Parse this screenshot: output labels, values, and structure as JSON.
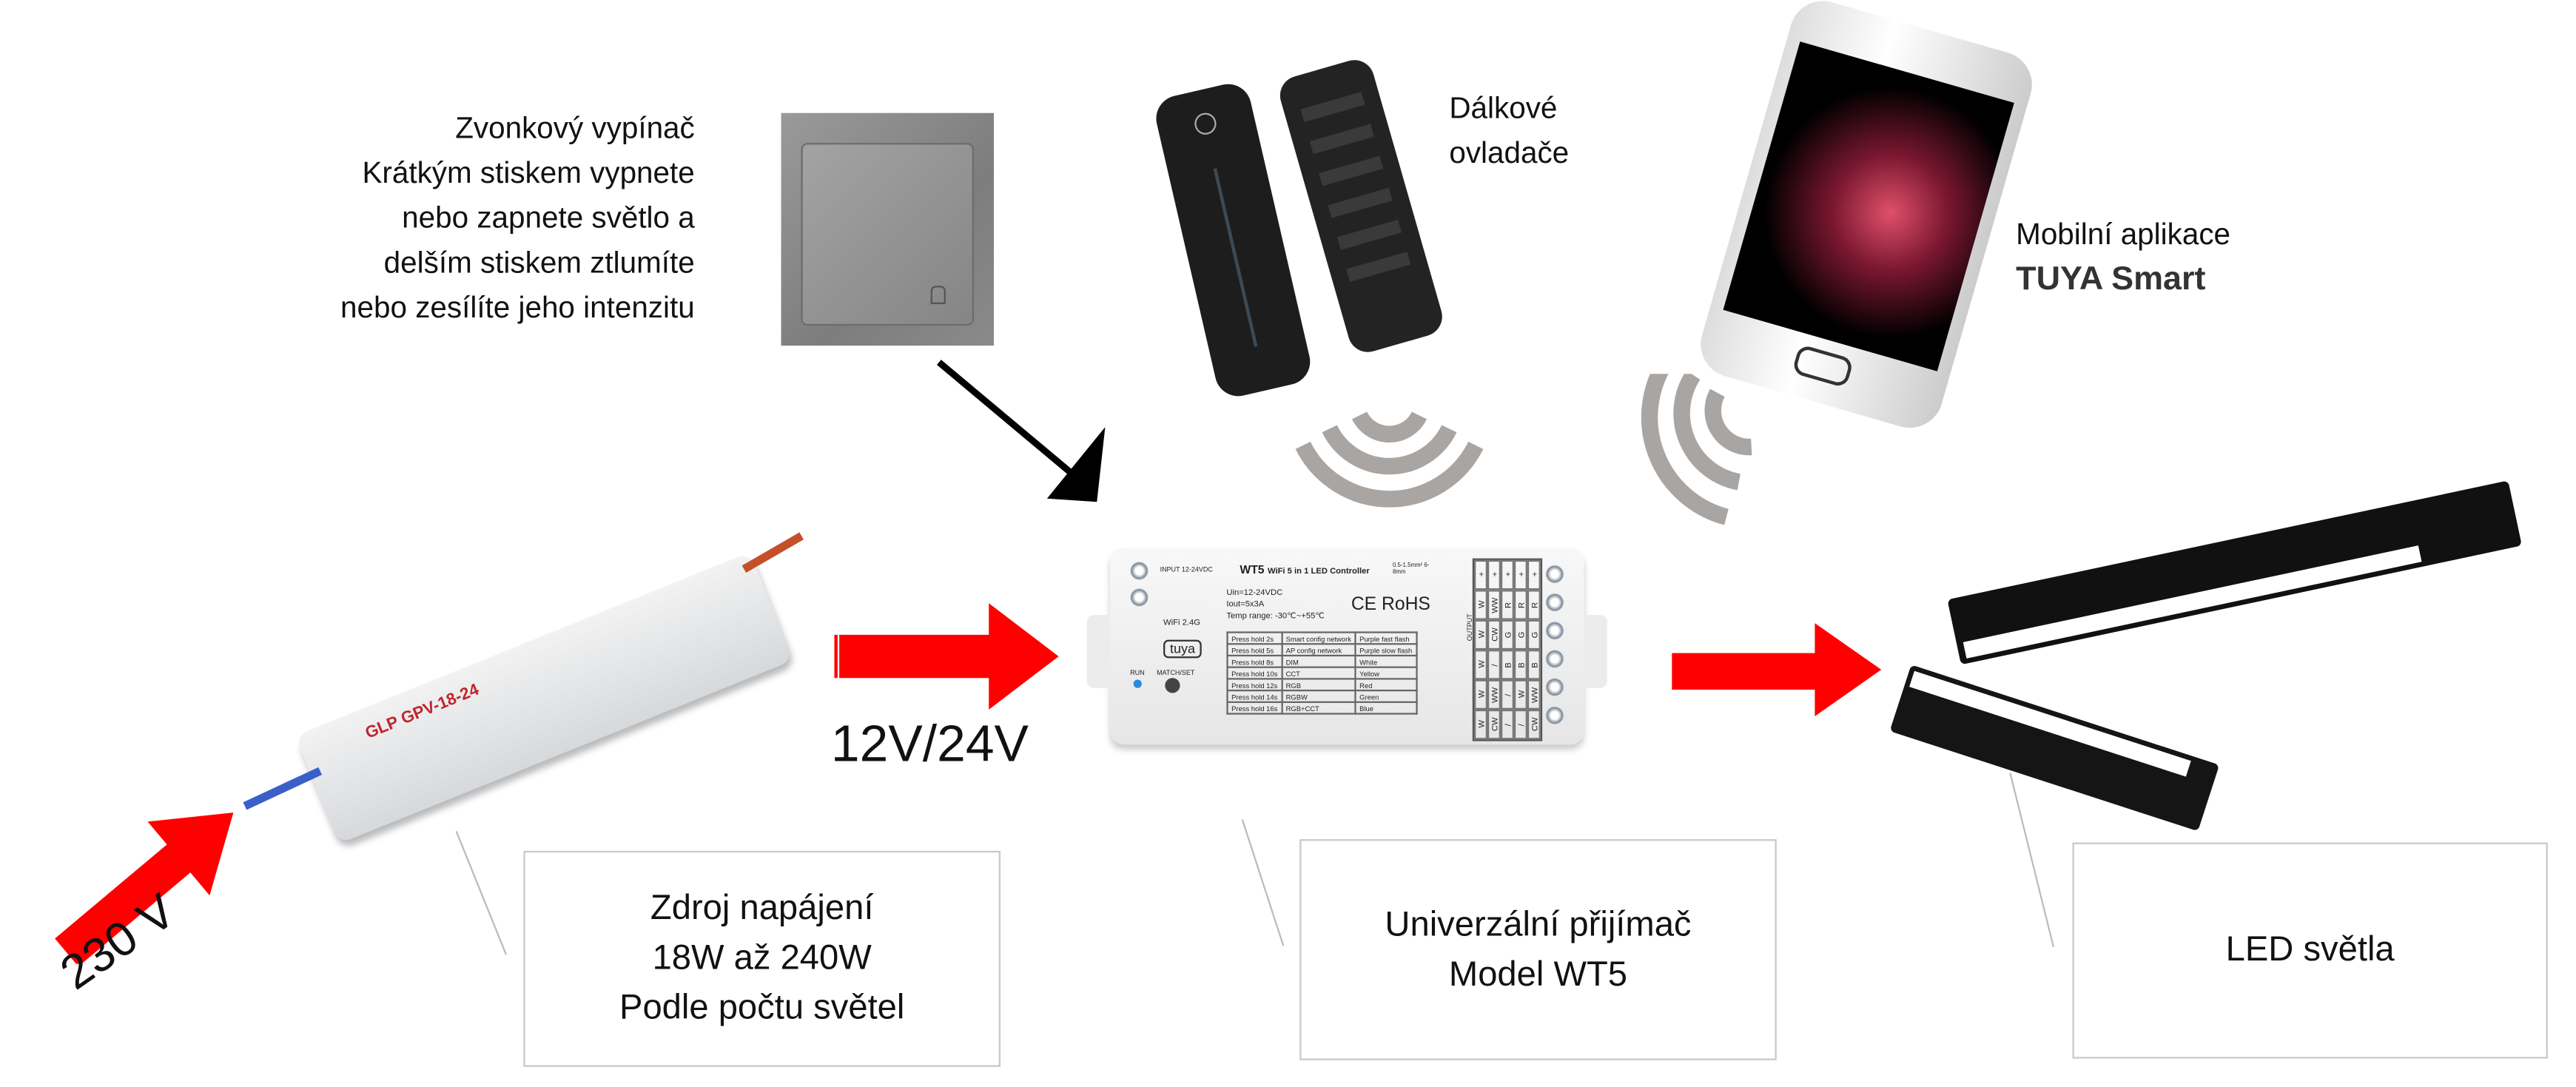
{
  "switch_text": [
    "Zvonkový vypínač",
    "Krátkým stiskem vypnete",
    "nebo zapnete světlo a",
    "delším stiskem ztlumíte",
    "nebo zesílíte jeho intenzitu"
  ],
  "remotes_text": [
    "Dálkové",
    "ovladače"
  ],
  "app_text": {
    "line1": "Mobilní aplikace",
    "line2": "TUYA Smart"
  },
  "voltage_out": "12V/24V",
  "voltage_in": "230 V",
  "boxes": [
    {
      "lines": [
        "Zdroj napájení",
        "18W až 240W",
        "Podle počtu světel"
      ]
    },
    {
      "lines": [
        "Univerzální přijímač",
        "Model WT5"
      ]
    },
    {
      "lines": [
        "LED světla"
      ]
    }
  ],
  "controller": {
    "model": "WT5",
    "title": "WiFi 5 in 1 LED Controller",
    "specs": [
      "Uin=12-24VDC",
      "Iout=5x3A",
      "Temp range: -30℃~+55℃"
    ],
    "input_label": "INPUT 12-24VDC",
    "wifi": "WiFi 2.4G",
    "brand": "tuya",
    "run": "RUN",
    "match": "MATCH/SET",
    "cert": "CE RoHS",
    "wire": "0.5-1.5mm² 6-8mm",
    "output_label": "OUTPUT",
    "table": [
      [
        "Press hold 2s",
        "Smart config network",
        "Purple fast flash"
      ],
      [
        "Press hold 5s",
        "AP config network",
        "Purple slow flash"
      ],
      [
        "Press hold 8s",
        "DIM",
        "White"
      ],
      [
        "Press hold 10s",
        "CCT",
        "Yellow"
      ],
      [
        "Press hold 12s",
        "RGB",
        "Red"
      ],
      [
        "Press hold 14s",
        "RGBW",
        "Green"
      ],
      [
        "Press hold 16s",
        "RGB+CCT",
        "Blue"
      ]
    ],
    "output_grid": [
      "+",
      "+",
      "+",
      "+",
      "+",
      "W",
      "WW",
      "R",
      "R",
      "R",
      "W",
      "CW",
      "G",
      "G",
      "G",
      "W",
      "/",
      "B",
      "B",
      "B",
      "W",
      "WW",
      "/",
      "W",
      "WW",
      "W",
      "CW",
      "/",
      "/",
      "CW"
    ]
  },
  "power_supply_label": "GLP GPV-18-24",
  "colors": {
    "arrow": "#ff0000",
    "wifi_waves": "#a8a5a3",
    "box_border": "#c8c8c8"
  }
}
